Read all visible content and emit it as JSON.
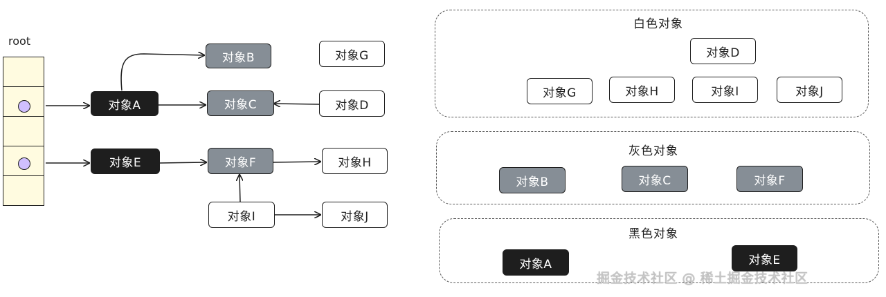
{
  "root_label": "root",
  "graph": {
    "A": "对象A",
    "B": "对象B",
    "C": "对象C",
    "D": "对象D",
    "E": "对象E",
    "F": "对象F",
    "G": "对象G",
    "H": "对象H",
    "I": "对象I",
    "J": "对象J"
  },
  "groups": {
    "white": {
      "title": "白色对象",
      "items": [
        "对象D",
        "对象G",
        "对象H",
        "对象I",
        "对象J"
      ]
    },
    "grey": {
      "title": "灰色对象",
      "items": [
        "对象B",
        "对象C",
        "对象F"
      ]
    },
    "black": {
      "title": "黑色对象",
      "items": [
        "对象A",
        "对象E"
      ]
    }
  },
  "colors": {
    "white_fill": "#ffffff",
    "grey_fill": "#868e96",
    "black_fill": "#1e1e1e",
    "root_dot": "#d0bfff",
    "stack_fill": "#fffbe0"
  },
  "watermark": "掘金技术社区 @ 稀土掘金技术社区"
}
